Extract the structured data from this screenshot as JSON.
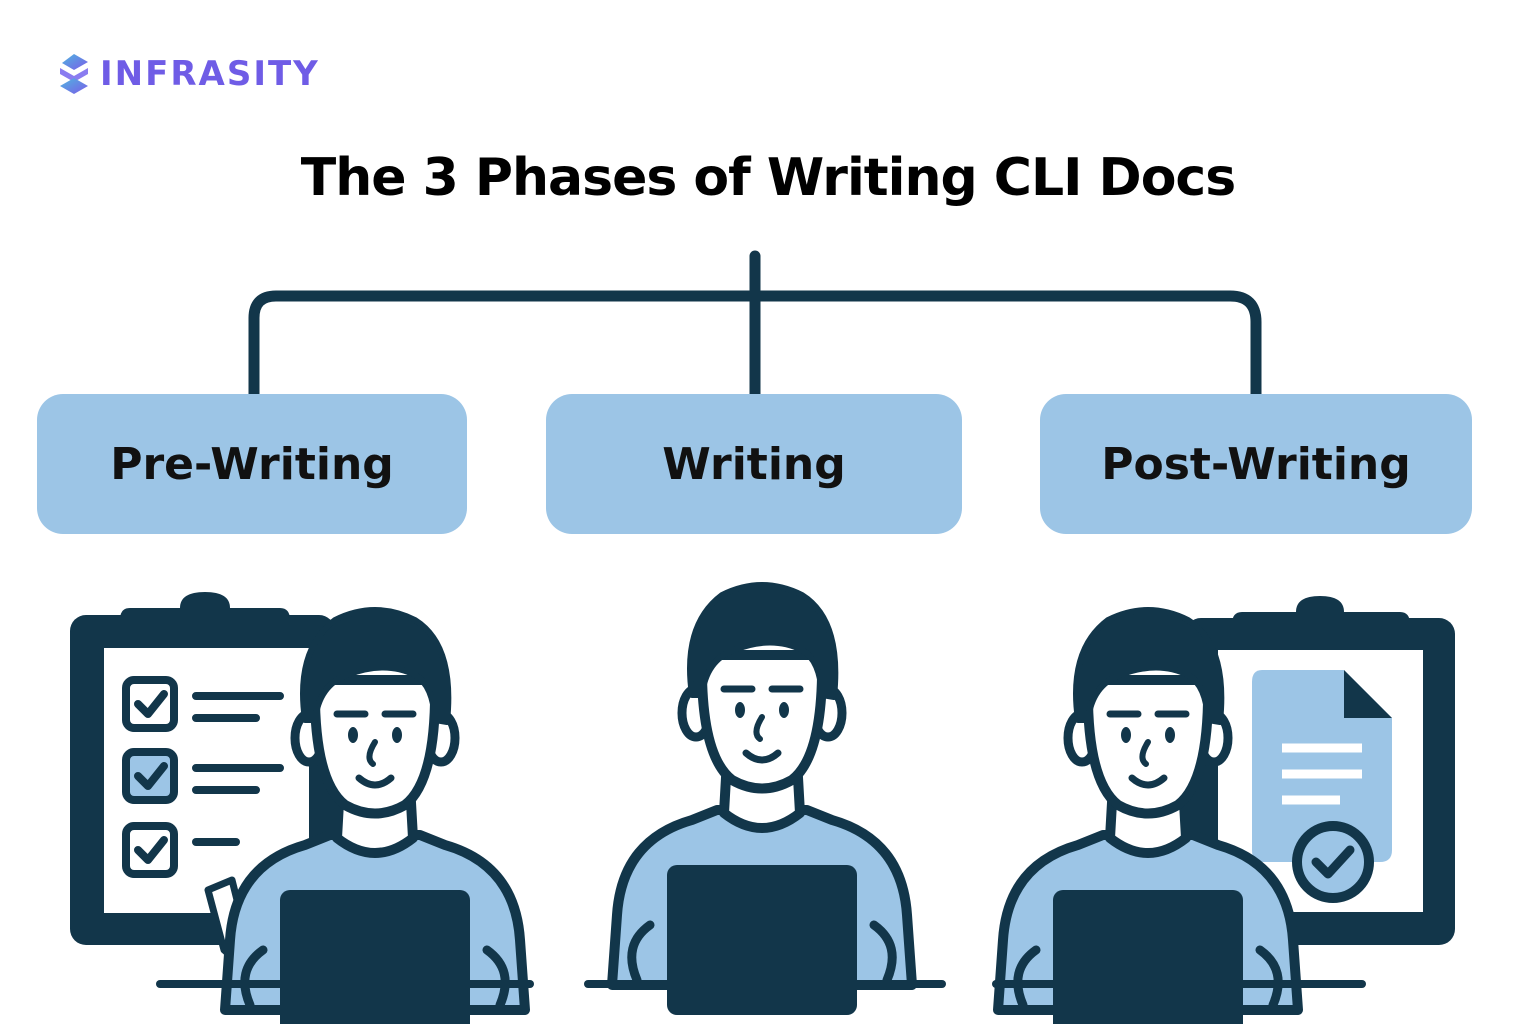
{
  "brand": {
    "name": "INFRASITY"
  },
  "title": "The 3 Phases of Writing CLI Docs",
  "phases": [
    {
      "label": "Pre-Writing"
    },
    {
      "label": "Writing"
    },
    {
      "label": "Post-Writing"
    }
  ],
  "colors": {
    "navy": "#12364a",
    "light_blue": "#9cc5e6",
    "brand_purple": "#6f5ce6",
    "logo_gradient_start": "#4fb6e0",
    "title": "#000000"
  },
  "icons": {
    "logo": "layered-s-icon",
    "checklist": "checklist-clipboard-icon",
    "document": "approved-document-icon"
  }
}
